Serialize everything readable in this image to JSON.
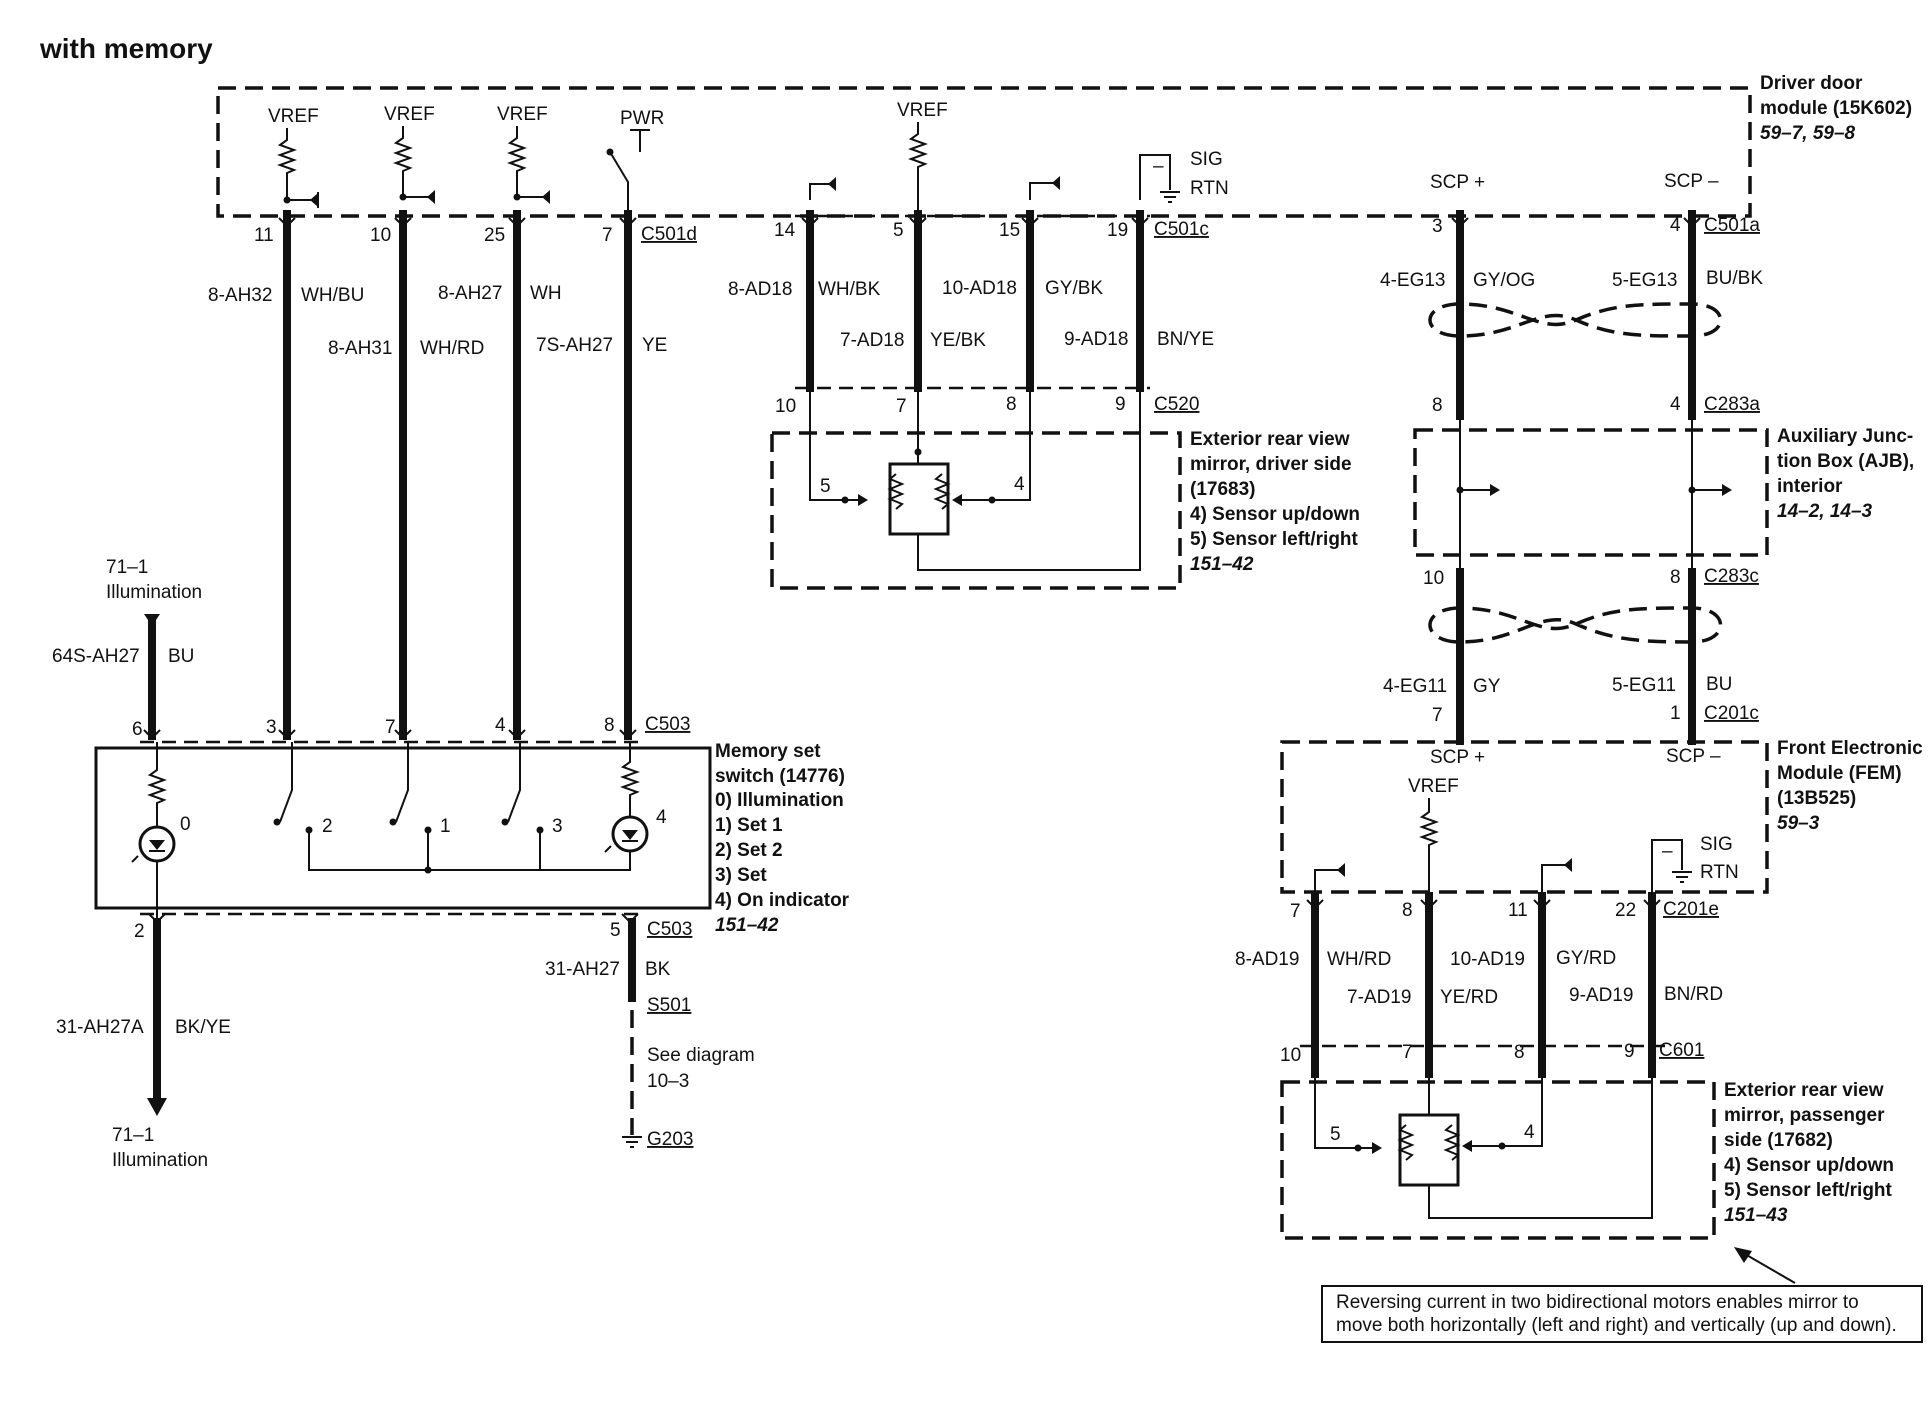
{
  "title": "with memory",
  "driver_door_module": {
    "name_line1": "Driver door",
    "name_line2": "module (15K602)",
    "ref": "59–7, 59–8",
    "vref": "VREF",
    "pwr": "PWR",
    "sig": "SIG",
    "rtn": "RTN",
    "scp_plus": "SCP +",
    "scp_minus": "SCP –",
    "minus": "–"
  },
  "connectors": {
    "c501d": "C501d",
    "c501c": "C501c",
    "c501a": "C501a",
    "c520": "C520",
    "c283a": "C283a",
    "c283c": "C283c",
    "c201c": "C201c",
    "c503_top": "C503",
    "c503_bottom": "C503",
    "c201e": "C201e",
    "c601": "C601",
    "s501": "S501",
    "g203": "G203"
  },
  "pins": {
    "p11": "11",
    "p10": "10",
    "p25": "25",
    "p7": "7",
    "p14": "14",
    "p5": "5",
    "p15": "15",
    "p19": "19",
    "p3a": "3",
    "p4a": "4",
    "c520_10": "10",
    "c520_7": "7",
    "c520_8": "8",
    "c520_9": "9",
    "c283a_8": "8",
    "c283a_4": "4",
    "c283c_10": "10",
    "c283c_8": "8",
    "c201c_7": "7",
    "c201c_1": "1",
    "c503_6": "6",
    "c503_3": "3",
    "c503_7": "7",
    "c503_4": "4",
    "c503_8": "8",
    "c503_2": "2",
    "c503_5": "5",
    "c201e_7": "7",
    "c201e_8": "8",
    "c201e_11": "11",
    "c201e_22": "22",
    "c601_10": "10",
    "c601_7": "7",
    "c601_8": "8",
    "c601_9": "9"
  },
  "wires": {
    "w1_circ": "8-AH32",
    "w1_col": "WH/BU",
    "w2_circ": "8-AH31",
    "w2_col": "WH/RD",
    "w3_circ": "8-AH27",
    "w3_col": "WH",
    "w4_circ": "7S-AH27",
    "w4_col": "YE",
    "w5_circ": "8-AD18",
    "w5_col": "WH/BK",
    "w6_circ": "7-AD18",
    "w6_col": "YE/BK",
    "w7_circ": "10-AD18",
    "w7_col": "GY/BK",
    "w8_circ": "9-AD18",
    "w8_col": "BN/YE",
    "w9_circ": "4-EG13",
    "w9_col": "GY/OG",
    "w10_circ": "5-EG13",
    "w10_col": "BU/BK",
    "w11_circ": "4-EG11",
    "w11_col": "GY",
    "w12_circ": "5-EG11",
    "w12_col": "BU",
    "w13_circ": "64S-AH27",
    "w13_col": "BU",
    "w14_circ": "31-AH27A",
    "w14_col": "BK/YE",
    "w15_circ": "31-AH27",
    "w15_col": "BK",
    "w16_circ": "8-AD19",
    "w16_col": "WH/RD",
    "w17_circ": "7-AD19",
    "w17_col": "YE/RD",
    "w18_circ": "10-AD19",
    "w18_col": "GY/RD",
    "w19_circ": "9-AD19",
    "w19_col": "BN/RD"
  },
  "illumination": {
    "top_ref": "71–1",
    "top_label": "Illumination",
    "bottom_ref": "71–1",
    "bottom_label": "Illumination"
  },
  "memory_switch": {
    "line1": "Memory set",
    "line2": "switch (14776)",
    "item0": "0)   Illumination",
    "item1": "1)   Set 1",
    "item2": "2)   Set 2",
    "item3": "3)   Set",
    "item4": "4)   On indicator",
    "ref": "151–42",
    "n0": "0",
    "n1": "1",
    "n2": "2",
    "n3": "3",
    "n4": "4"
  },
  "mirror_driver": {
    "line1": "Exterior rear view",
    "line2": "mirror, driver side",
    "line3": "(17683)",
    "item4": "4)   Sensor up/down",
    "item5": "5)   Sensor left/right",
    "ref": "151–42",
    "n5": "5",
    "n4": "4"
  },
  "ajb": {
    "line1": "Auxiliary Junc-",
    "line2": "tion Box (AJB),",
    "line3": "interior",
    "ref": "14–2, 14–3"
  },
  "fem": {
    "line1": "Front Electronic",
    "line2": "Module (FEM)",
    "line3": "(13B525)",
    "ref": "59–3",
    "scp_plus": "SCP +",
    "scp_minus": "SCP –",
    "vref": "VREF",
    "sig": "SIG",
    "rtn": "RTN",
    "minus": "–"
  },
  "mirror_passenger": {
    "line1": "Exterior rear view",
    "line2": "mirror, passenger",
    "line3": "side (17682)",
    "item4": "4)   Sensor up/down",
    "item5": "5)   Sensor left/right",
    "ref": "151–43",
    "n5": "5",
    "n4": "4"
  },
  "ground": {
    "see_line1": "See diagram",
    "see_line2": "10–3"
  },
  "note": {
    "line1": "Reversing current in two bidirectional motors enables mirror to",
    "line2": "move both horizontally (left and right) and vertically (up and down)."
  }
}
